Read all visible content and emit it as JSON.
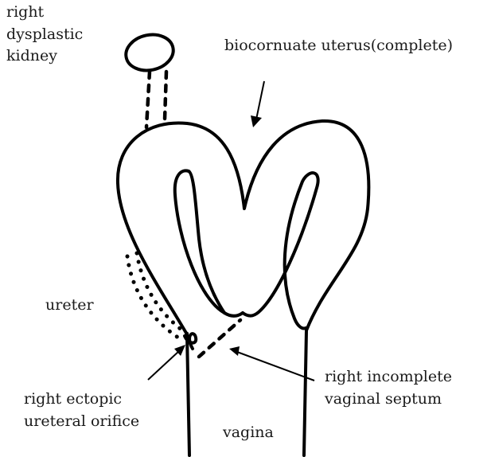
{
  "labels": {
    "right_dysplastic_kidney": "right\ndysplastic\nkidney",
    "bicornuate_uterus": "biocornuate uterus(complete)",
    "ureter": "ureter",
    "right_ectopic_ureteral_orifice": "right ectopic\nureteral orifice",
    "vagina": "vagina",
    "right_incomplete_vaginal_septum": "right incomplete\nvaginal septum"
  }
}
